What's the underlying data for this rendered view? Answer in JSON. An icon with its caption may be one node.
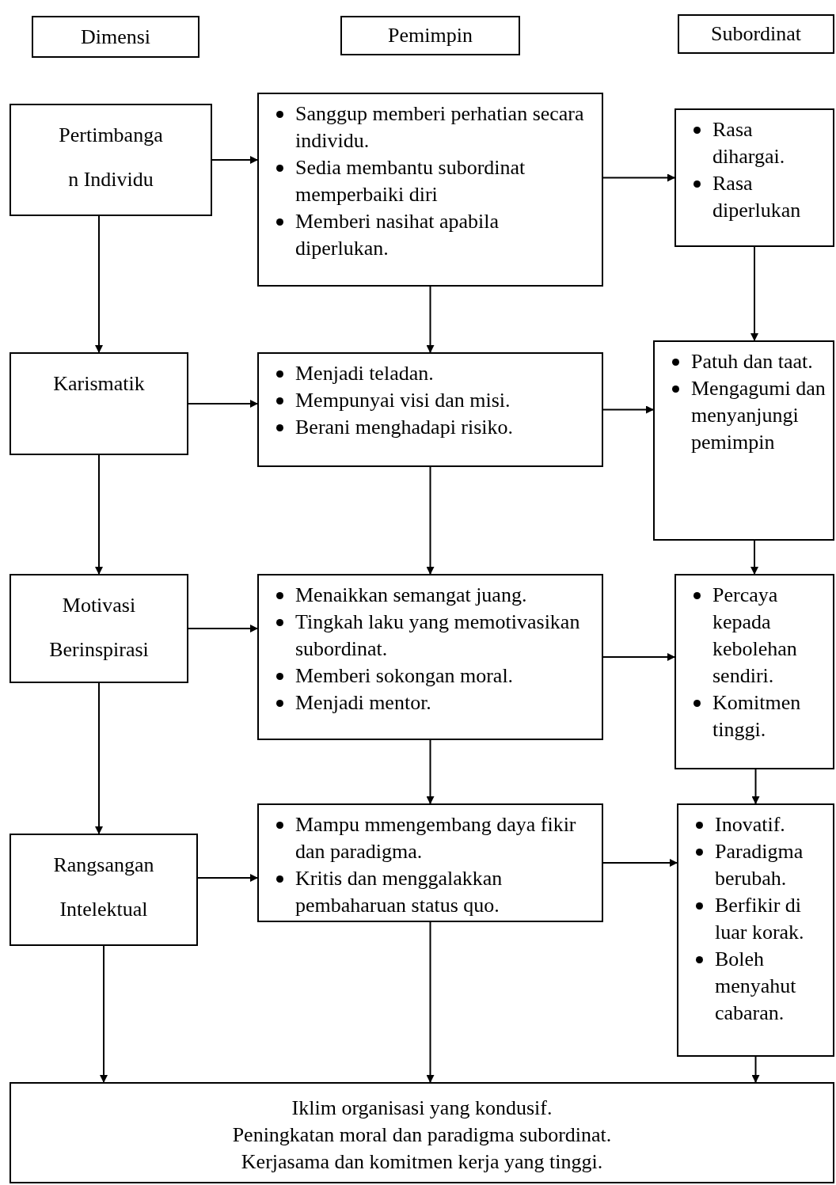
{
  "diagram": {
    "nodes": [
      {
        "text": [
          "Dimensi"
        ]
      },
      {
        "text": [
          "Pemimpin"
        ]
      },
      {
        "text": [
          "Subordinat"
        ]
      },
      {
        "text": [
          "Pertimbanga n Individu"
        ]
      },
      {
        "text": [
          "Sanggup memberi perhatian secara individu.",
          "Sedia membantu subordinat memperbaiki diri",
          "Memberi nasihat apabila diperlukan."
        ]
      },
      {
        "text": [
          "Rasa dihargai.",
          "Rasa diperlukan"
        ]
      },
      {
        "text": [
          "Karismatik"
        ]
      },
      {
        "text": [
          "Menjadi teladan.",
          "Mempunyai visi dan misi.",
          "Berani menghadapi risiko."
        ]
      },
      {
        "text": [
          "Patuh dan taat.",
          "Mengagumi dan menyanjungi pemimpin"
        ]
      },
      {
        "text": [
          "Motivasi Berinspirasi"
        ]
      },
      {
        "text": [
          "Menaikkan semangat juang.",
          "Tingkah laku yang memotivasikan subordinat.",
          "Memberi sokongan moral.",
          "Menjadi mentor."
        ]
      },
      {
        "text": [
          "Percaya kepada kebolehan sendiri.",
          "Komitmen tinggi."
        ]
      },
      {
        "text": [
          "Rangsangan Intelektual"
        ]
      },
      {
        "text": [
          "Mampu mmengembang daya fikir dan paradigma.",
          "Kritis dan menggalakkan pembaharuan status quo."
        ]
      },
      {
        "text": [
          "Inovatif.",
          "Paradigma berubah.",
          "Berfikir di luar korak.",
          "Boleh menyahut cabaran."
        ]
      },
      {
        "text": [
          "Iklim organisasi yang kondusif.",
          "Peningkatan moral dan paradigma subordinat.",
          "Kerjasama dan komitmen kerja yang tinggi."
        ]
      }
    ],
    "edges": [
      {
        "from": 3,
        "to": 4,
        "arrow": "to"
      },
      {
        "from": 4,
        "to": 5,
        "arrow": "to"
      },
      {
        "from": 3,
        "to": 6,
        "arrow": "to"
      },
      {
        "from": 4,
        "to": 7,
        "arrow": "to"
      },
      {
        "from": 5,
        "to": 8,
        "arrow": "to"
      },
      {
        "from": 6,
        "to": 7,
        "arrow": "to"
      },
      {
        "from": 7,
        "to": 8,
        "arrow": "to"
      },
      {
        "from": 6,
        "to": 9,
        "arrow": "to"
      },
      {
        "from": 7,
        "to": 10,
        "arrow": "to"
      },
      {
        "from": 8,
        "to": 11,
        "arrow": "to"
      },
      {
        "from": 9,
        "to": 10,
        "arrow": "to"
      },
      {
        "from": 10,
        "to": 11,
        "arrow": "to"
      },
      {
        "from": 9,
        "to": 12,
        "arrow": "to"
      },
      {
        "from": 10,
        "to": 13,
        "arrow": "to"
      },
      {
        "from": 11,
        "to": 14,
        "arrow": "to"
      },
      {
        "from": 12,
        "to": 13,
        "arrow": "to"
      },
      {
        "from": 13,
        "to": 14,
        "arrow": "to"
      },
      {
        "from": 12,
        "to": 15,
        "arrow": "to"
      },
      {
        "from": 13,
        "to": 15,
        "arrow": "to"
      },
      {
        "from": 14,
        "to": 15,
        "arrow": "to"
      }
    ]
  }
}
